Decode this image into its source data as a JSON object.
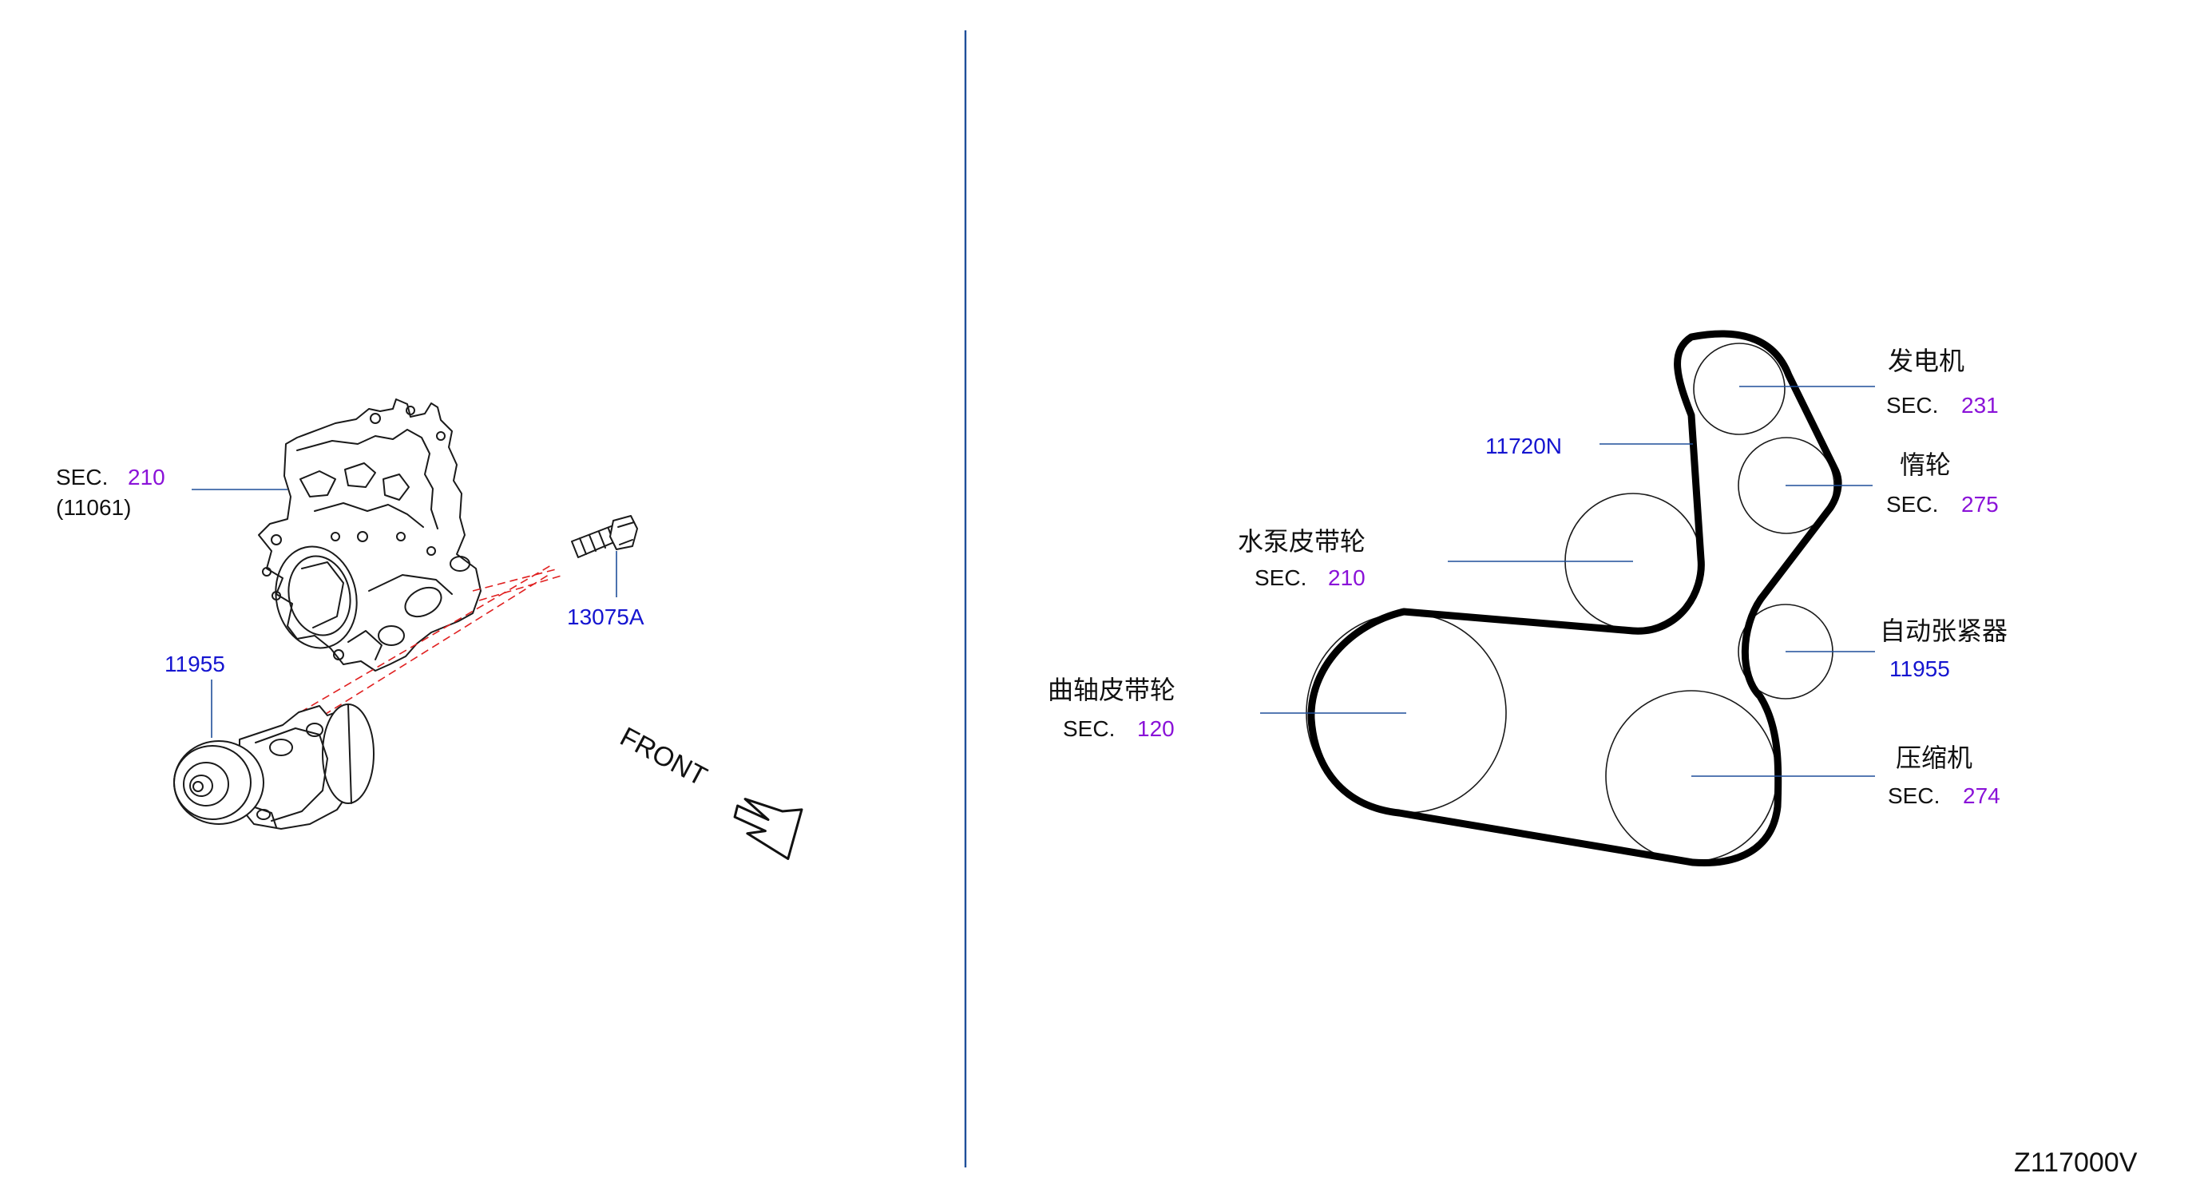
{
  "colors": {
    "part_number": "#1515d0",
    "section_number": "#8a12d8",
    "text": "#111111",
    "leader_line": "#1f4f9a",
    "assembly_guide": "#e02020",
    "belt": "#000000"
  },
  "left_panel": {
    "timing_cover": {
      "sec_prefix": "SEC.",
      "sec_number": "210",
      "part_ref": "(11061)"
    },
    "bolt": {
      "part_number": "13075A"
    },
    "tensioner": {
      "part_number": "11955"
    },
    "front_indicator": {
      "text": "FRONT",
      "icon": "front-arrow-icon"
    }
  },
  "right_panel": {
    "belt": {
      "part_number": "11720N"
    },
    "alternator": {
      "name": "发电机",
      "sec_prefix": "SEC.",
      "sec_number": "231"
    },
    "idler": {
      "name": "惰轮",
      "sec_prefix": "SEC.",
      "sec_number": "275"
    },
    "water_pump_pulley": {
      "name": "水泵皮带轮",
      "sec_prefix": "SEC.",
      "sec_number": "210"
    },
    "auto_tensioner": {
      "name": "自动张紧器",
      "part_number": "11955"
    },
    "crankshaft_pulley": {
      "name": "曲轴皮带轮",
      "sec_prefix": "SEC.",
      "sec_number": "120"
    },
    "compressor": {
      "name": "压缩机",
      "sec_prefix": "SEC.",
      "sec_number": "274"
    }
  },
  "diagram_code": "Z117000V"
}
